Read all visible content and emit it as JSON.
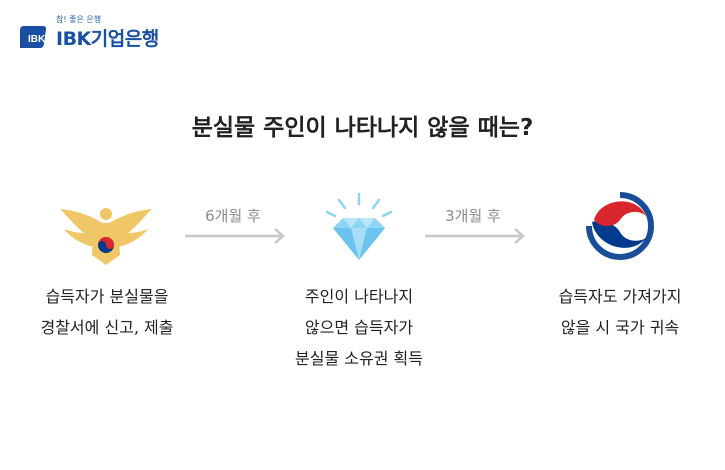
{
  "brand": {
    "tagline": "참! 좋은 은행",
    "name": "IBK기업은행"
  },
  "headline": "분실물 주인이 나타나지 않을 때는?",
  "steps": [
    {
      "icon": "police-emblem-icon",
      "lines": [
        "습득자가 분실물을",
        "경찰서에 신고, 제출"
      ]
    },
    {
      "icon": "diamond-icon",
      "lines": [
        "주인이 나타나지",
        "않으면 습득자가",
        "분실물 소유권 획득"
      ]
    },
    {
      "icon": "taegeuk-emblem-icon",
      "lines": [
        "습득자도 가져가지",
        "않을 시 국가 귀속"
      ]
    }
  ],
  "arrows": [
    {
      "label": "6개월 후",
      "icon": "arrow-right-icon"
    },
    {
      "label": "3개월 후",
      "icon": "arrow-right-icon"
    }
  ],
  "colors": {
    "brand_blue": "#1a4fa3",
    "police_gold": "#f0c766",
    "diamond_blue": "#8fd3f5",
    "taegeuk_red": "#d9262c",
    "taegeuk_blue": "#003a8c",
    "arrow_gray": "#c8c8c8"
  }
}
